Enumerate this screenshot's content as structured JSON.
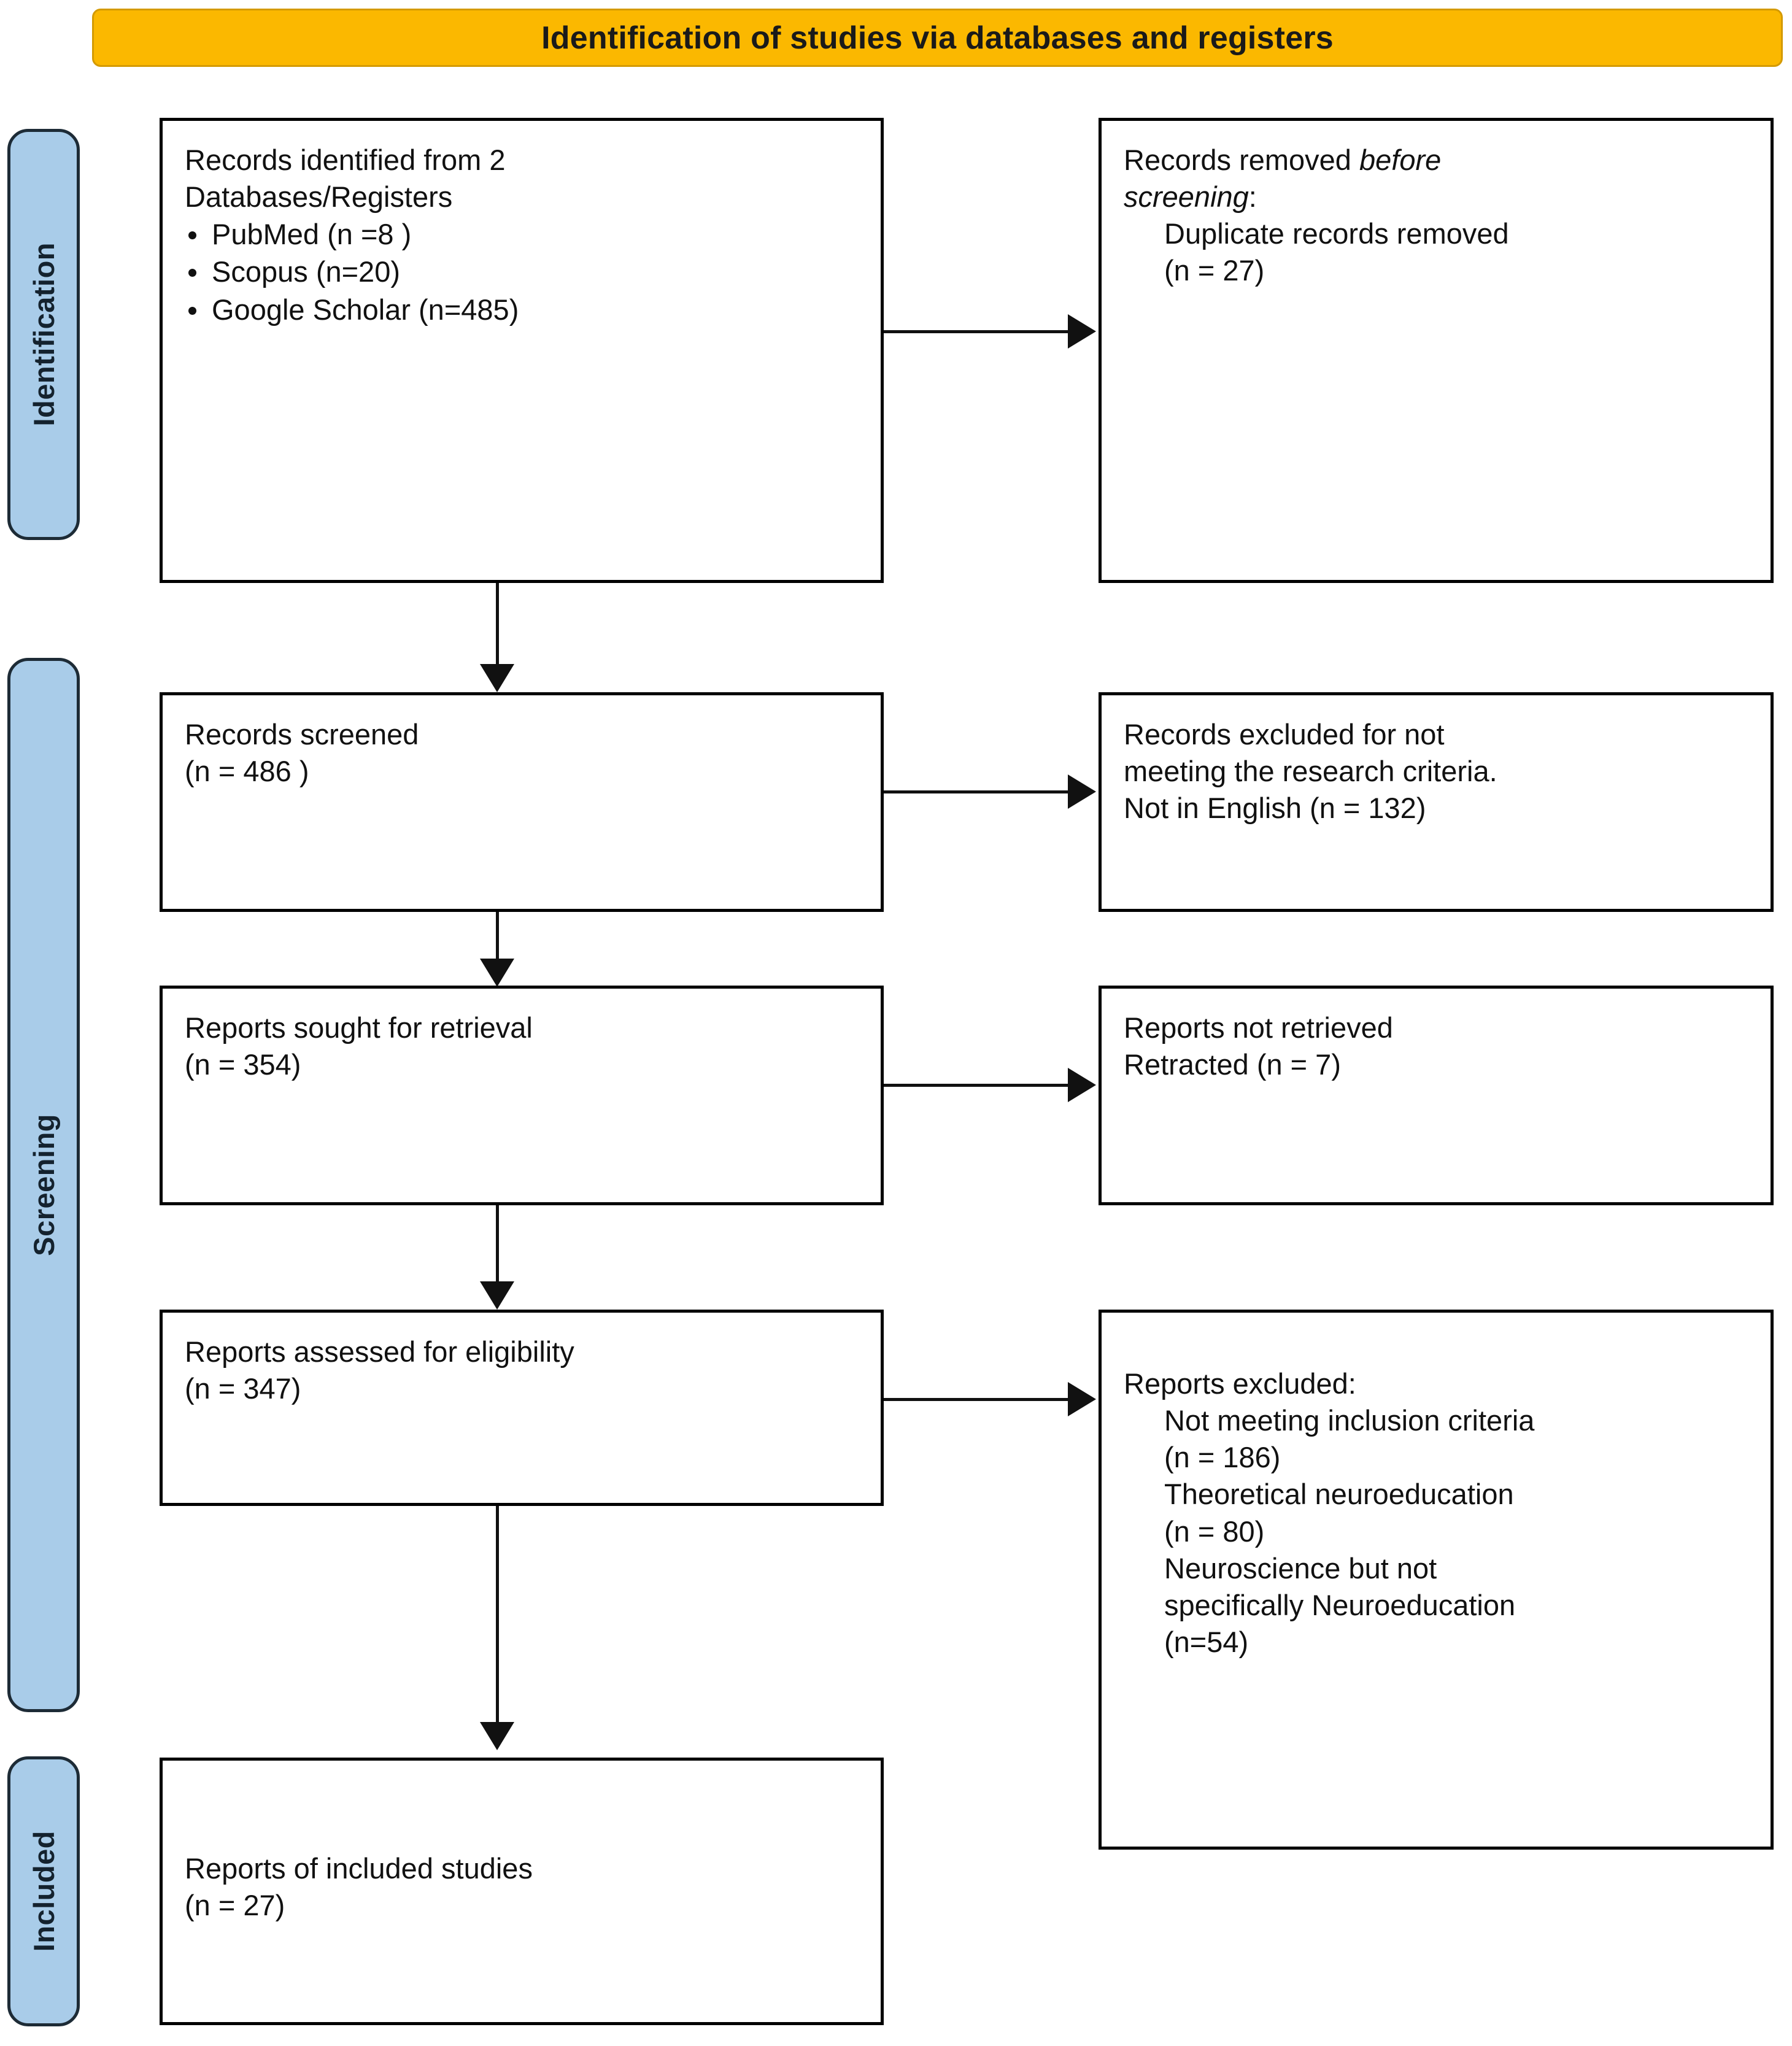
{
  "header": {
    "title": "Identification of studies via databases and registers",
    "bg_color": "#FBB800"
  },
  "stages": [
    {
      "label": "Identification",
      "color": "#A9CCE9"
    },
    {
      "label": "Screening",
      "color": "#A9CCE9"
    },
    {
      "label": "Included",
      "color": "#A9CCE9"
    }
  ],
  "boxes": {
    "identified": {
      "line1": "Records identified from 2",
      "line2": "Databases/Registers",
      "bullets": [
        "PubMed (n =8 )",
        "Scopus (n=20)",
        "Google Scholar (n=485)"
      ]
    },
    "removed_before_screening": {
      "line1": "Records removed ",
      "line1_italic": "before",
      "line2_italic": "screening",
      "line2_suffix": ":",
      "detail1": "Duplicate records removed",
      "detail2": "(n = 27)"
    },
    "records_screened": {
      "line1": "Records screened",
      "line2": "(n = 486 )"
    },
    "records_excluded": {
      "line1": "Records excluded for not",
      "line2": "meeting the research criteria.",
      "line3": "Not in English (n = 132)"
    },
    "reports_sought": {
      "line1": "Reports sought for retrieval",
      "line2": "(n = 354)"
    },
    "reports_not_retrieved": {
      "line1": "Reports not retrieved",
      "line2": "Retracted (n = 7)"
    },
    "reports_assessed": {
      "line1": "Reports assessed for eligibility",
      "line2": "(n = 347)"
    },
    "reports_excluded": {
      "heading": "Reports excluded:",
      "reason1": "Not meeting inclusion criteria",
      "reason1_n": "(n = 186)",
      "reason2": "Theoretical neuroeducation",
      "reason2_n": "(n = 80)",
      "reason3a": "Neuroscience but not",
      "reason3b": "specifically Neuroeducation",
      "reason3_n": "(n=54)"
    },
    "included_studies": {
      "line1": "Reports of included studies",
      "line2": "(n = 27)"
    }
  },
  "chart_data": {
    "type": "diagram",
    "title": "Identification of studies via databases and registers",
    "nodes": [
      {
        "id": "identified",
        "stage": "Identification",
        "label": "Records identified from 2 Databases/Registers",
        "sources": [
          {
            "name": "PubMed",
            "n": 8
          },
          {
            "name": "Scopus",
            "n": 20
          },
          {
            "name": "Google Scholar",
            "n": 485
          }
        ]
      },
      {
        "id": "removed_before_screening",
        "stage": "Identification",
        "label": "Records removed before screening: Duplicate records removed",
        "n": 27
      },
      {
        "id": "records_screened",
        "stage": "Screening",
        "label": "Records screened",
        "n": 486
      },
      {
        "id": "records_excluded",
        "stage": "Screening",
        "label": "Records excluded for not meeting the research criteria. Not in English",
        "n": 132
      },
      {
        "id": "reports_sought",
        "stage": "Screening",
        "label": "Reports sought for retrieval",
        "n": 354
      },
      {
        "id": "reports_not_retrieved",
        "stage": "Screening",
        "label": "Reports not retrieved Retracted",
        "n": 7
      },
      {
        "id": "reports_assessed",
        "stage": "Screening",
        "label": "Reports assessed for eligibility",
        "n": 347
      },
      {
        "id": "reports_excluded",
        "stage": "Screening",
        "label": "Reports excluded",
        "breakdown": [
          {
            "reason": "Not meeting inclusion criteria",
            "n": 186
          },
          {
            "reason": "Theoretical neuroeducation",
            "n": 80
          },
          {
            "reason": "Neuroscience but not specifically Neuroeducation",
            "n": 54
          }
        ]
      },
      {
        "id": "included_studies",
        "stage": "Included",
        "label": "Reports of included studies",
        "n": 27
      }
    ],
    "edges": [
      {
        "from": "identified",
        "to": "removed_before_screening",
        "direction": "right"
      },
      {
        "from": "identified",
        "to": "records_screened",
        "direction": "down"
      },
      {
        "from": "records_screened",
        "to": "records_excluded",
        "direction": "right"
      },
      {
        "from": "records_screened",
        "to": "reports_sought",
        "direction": "down"
      },
      {
        "from": "reports_sought",
        "to": "reports_not_retrieved",
        "direction": "right"
      },
      {
        "from": "reports_sought",
        "to": "reports_assessed",
        "direction": "down"
      },
      {
        "from": "reports_assessed",
        "to": "reports_excluded",
        "direction": "right"
      },
      {
        "from": "reports_assessed",
        "to": "included_studies",
        "direction": "down"
      }
    ]
  }
}
